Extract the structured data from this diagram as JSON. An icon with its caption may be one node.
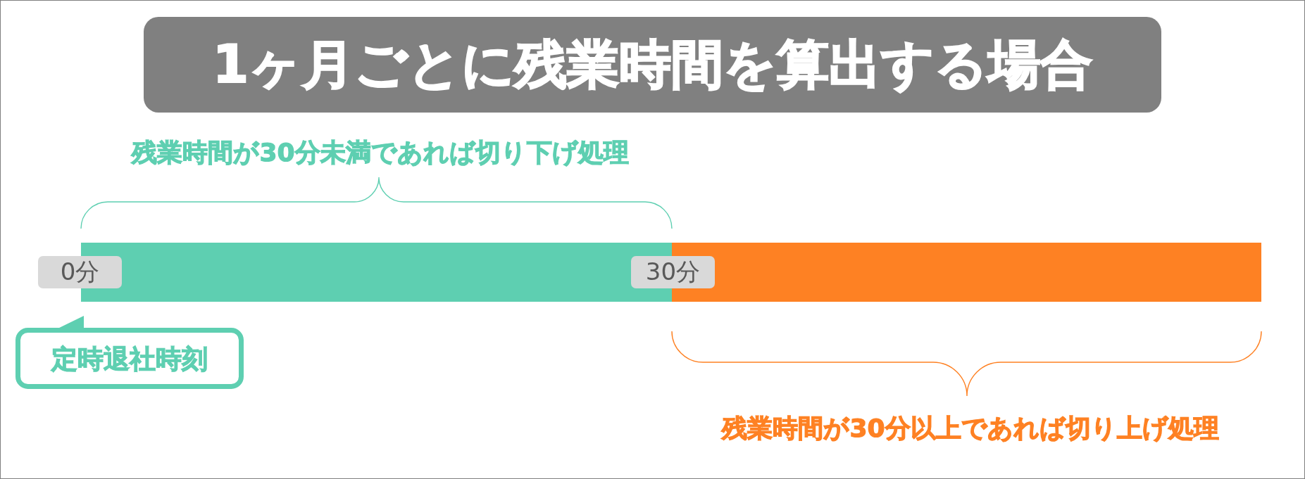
{
  "diagram": {
    "title": "1ヶ月ごとに残業時間を算出する場合",
    "nodes": [
      {
        "text": [
          "0分"
        ]
      },
      {
        "text": [],
        "shape": "bar"
      },
      {
        "text": [
          "30分"
        ]
      },
      {
        "text": [],
        "shape": "bar"
      },
      {
        "text": [
          "定時退社時刻"
        ]
      }
    ],
    "labels": [
      "残業時間が30分未満であれば切り下げ処理",
      "残業時間が30分以上であれば切り上げ処理"
    ]
  }
}
